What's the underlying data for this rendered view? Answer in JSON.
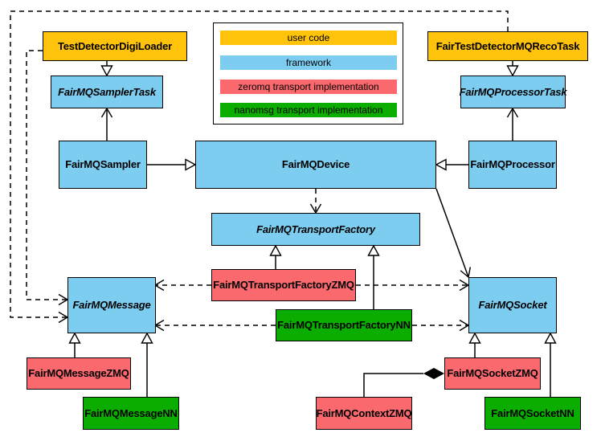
{
  "palette": {
    "user_code": "#FFC30B",
    "framework": "#7DCDF1",
    "zeromq": "#F9696E",
    "nanomsg": "#0BAD00",
    "line": "#000000",
    "background": "#FFFFFF"
  },
  "legend": {
    "items": [
      {
        "label": "user code",
        "color": "#FFC30B"
      },
      {
        "label": "framework",
        "color": "#7DCDF1"
      },
      {
        "label": "zeromq transport implementation",
        "color": "#F9696E"
      },
      {
        "label": "nanomsg transport implementation",
        "color": "#0BAD00"
      }
    ]
  },
  "nodes": {
    "test_detector_digi_loader": {
      "label": "TestDetectorDigiLoader",
      "category": "user code",
      "abstract": false
    },
    "fair_test_detector_mq_reco_task": {
      "label": "FairTestDetectorMQRecoTask",
      "category": "user code",
      "abstract": false
    },
    "fairmq_sampler_task": {
      "label": "FairMQSamplerTask",
      "category": "framework",
      "abstract": true
    },
    "fairmq_processor_task": {
      "label": "FairMQProcessorTask",
      "category": "framework",
      "abstract": true
    },
    "fairmq_sampler": {
      "label": "FairMQSampler",
      "category": "framework",
      "abstract": false
    },
    "fairmq_device": {
      "label": "FairMQDevice",
      "category": "framework",
      "abstract": false
    },
    "fairmq_processor": {
      "label": "FairMQProcessor",
      "category": "framework",
      "abstract": false
    },
    "fairmq_transport_factory": {
      "label": "FairMQTransportFactory",
      "category": "framework",
      "abstract": true
    },
    "fairmq_transport_factory_zmq": {
      "label": "FairMQTransportFactoryZMQ",
      "category": "zeromq",
      "abstract": false
    },
    "fairmq_transport_factory_nn": {
      "label": "FairMQTransportFactoryNN",
      "category": "nanomsg",
      "abstract": false
    },
    "fairmq_message": {
      "label": "FairMQMessage",
      "category": "framework",
      "abstract": true
    },
    "fairmq_message_zmq": {
      "label": "FairMQMessageZMQ",
      "category": "zeromq",
      "abstract": false
    },
    "fairmq_message_nn": {
      "label": "FairMQMessageNN",
      "category": "nanomsg",
      "abstract": false
    },
    "fairmq_socket": {
      "label": "FairMQSocket",
      "category": "framework",
      "abstract": true
    },
    "fairmq_socket_zmq": {
      "label": "FairMQSocketZMQ",
      "category": "zeromq",
      "abstract": false
    },
    "fairmq_socket_nn": {
      "label": "FairMQSocketNN",
      "category": "nanomsg",
      "abstract": false
    },
    "fairmq_context_zmq": {
      "label": "FairMQContextZMQ",
      "category": "zeromq",
      "abstract": false
    }
  },
  "edges": [
    {
      "from": "TestDetectorDigiLoader",
      "to": "FairMQSamplerTask",
      "type": "inheritance"
    },
    {
      "from": "FairTestDetectorMQRecoTask",
      "to": "FairMQProcessorTask",
      "type": "inheritance"
    },
    {
      "from": "FairMQSampler",
      "to": "FairMQSamplerTask",
      "type": "association-arrow"
    },
    {
      "from": "FairMQProcessor",
      "to": "FairMQProcessorTask",
      "type": "association-arrow"
    },
    {
      "from": "FairMQSampler",
      "to": "FairMQDevice",
      "type": "inheritance"
    },
    {
      "from": "FairMQProcessor",
      "to": "FairMQDevice",
      "type": "inheritance"
    },
    {
      "from": "FairMQDevice",
      "to": "FairMQTransportFactory",
      "type": "dashed-dependency"
    },
    {
      "from": "FairMQDevice",
      "to": "FairMQSocket",
      "type": "association-arrow"
    },
    {
      "from": "FairMQTransportFactoryZMQ",
      "to": "FairMQTransportFactory",
      "type": "inheritance"
    },
    {
      "from": "FairMQTransportFactoryNN",
      "to": "FairMQTransportFactory",
      "type": "inheritance"
    },
    {
      "from": "FairMQTransportFactoryZMQ",
      "to": "FairMQMessage",
      "type": "dashed-dependency"
    },
    {
      "from": "FairMQTransportFactoryZMQ",
      "to": "FairMQSocket",
      "type": "dashed-dependency"
    },
    {
      "from": "FairMQTransportFactoryNN",
      "to": "FairMQMessage",
      "type": "dashed-dependency"
    },
    {
      "from": "FairMQTransportFactoryNN",
      "to": "FairMQSocket",
      "type": "dashed-dependency"
    },
    {
      "from": "TestDetectorDigiLoader",
      "to": "FairMQMessage",
      "type": "dashed-dependency"
    },
    {
      "from": "FairTestDetectorMQRecoTask",
      "to": "FairMQMessage",
      "type": "dashed-dependency"
    },
    {
      "from": "FairMQMessageZMQ",
      "to": "FairMQMessage",
      "type": "inheritance"
    },
    {
      "from": "FairMQMessageNN",
      "to": "FairMQMessage",
      "type": "inheritance"
    },
    {
      "from": "FairMQSocketZMQ",
      "to": "FairMQSocket",
      "type": "inheritance"
    },
    {
      "from": "FairMQSocketNN",
      "to": "FairMQSocket",
      "type": "inheritance"
    },
    {
      "from": "FairMQSocketZMQ",
      "to": "FairMQContextZMQ",
      "type": "composition"
    }
  ]
}
